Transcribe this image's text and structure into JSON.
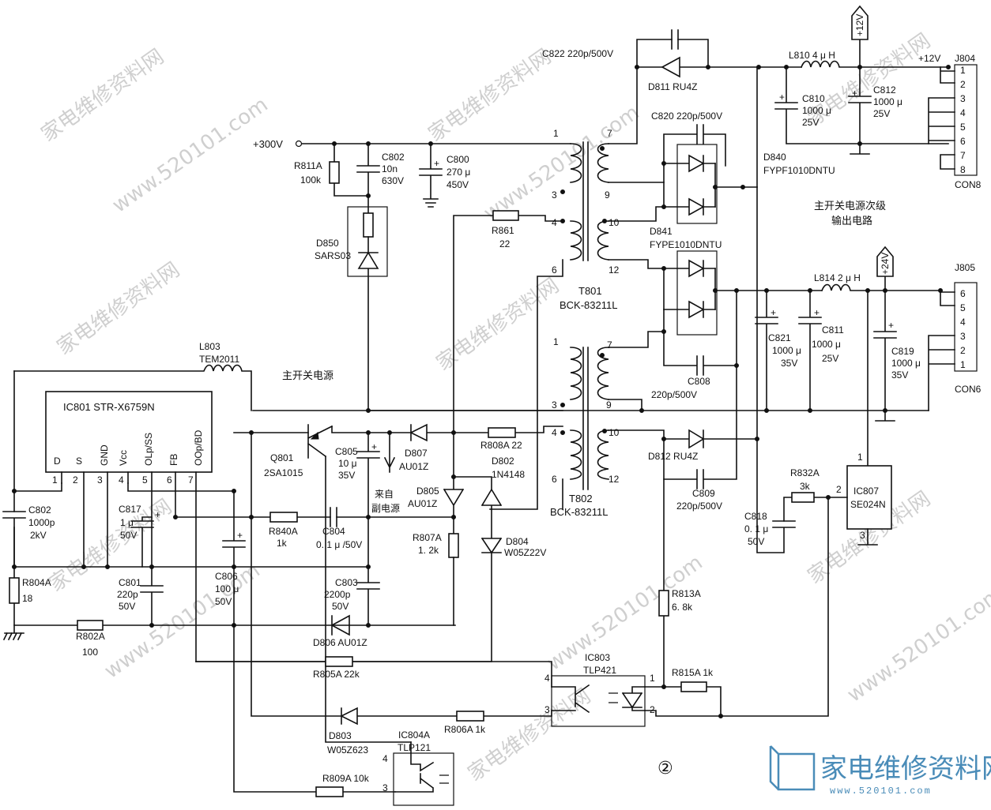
{
  "diagram": {
    "main_title": "主开关电源",
    "secondary_title_line1": "主开关电源次级",
    "secondary_title_line2": "输出电路",
    "figure_number": "②",
    "source_label_line1": "来自",
    "source_label_line2": "副电源",
    "input_voltage": "+300V"
  },
  "ic801": {
    "label": "IC801  STR-X6759N",
    "pin_names": [
      "D",
      "S",
      "GND",
      "Vcc",
      "OLp/SS",
      "FB",
      "OOp/BD"
    ],
    "pin_numbers": [
      "1",
      "2",
      "3",
      "4",
      "5",
      "6",
      "7"
    ]
  },
  "components": {
    "r811a": [
      "R811A",
      "100k"
    ],
    "c802_top": [
      "C802",
      "10n",
      "630V"
    ],
    "c800": [
      "C800",
      "270 μ",
      "450V"
    ],
    "d850": [
      "D850",
      "SARS03"
    ],
    "r861": [
      "R861",
      "22"
    ],
    "c822": "C822  220p/500V",
    "d811": "D811  RU4Z",
    "l810": "L810    4 μ H",
    "c810": [
      "C810",
      "1000 μ",
      "25V"
    ],
    "c812": [
      "C812",
      "1000 μ",
      "25V"
    ],
    "c820": "C820  220p/500V",
    "d840": [
      "D840",
      "FYPF1010DNTU"
    ],
    "d841": [
      "D841",
      "FYPE1010DNTU"
    ],
    "t801": [
      "T801",
      "BCK-83211L"
    ],
    "l814": "L814  2 μ H",
    "c821": [
      "C821",
      "1000 μ",
      "35V"
    ],
    "c811": [
      "C811",
      "1000 μ",
      "25V"
    ],
    "c819": [
      "C819",
      "1000 μ",
      "35V"
    ],
    "c808": [
      "C808",
      "220p/500V"
    ],
    "l803": [
      "L803",
      "TEM2011"
    ],
    "q801": [
      "Q801",
      "2SA1015"
    ],
    "c805": [
      "C805",
      "10 μ",
      "35V"
    ],
    "d807": [
      "D807",
      "AU01Z"
    ],
    "r808a": "R808A  22",
    "d802": [
      "D802",
      "1N4148"
    ],
    "d805": [
      "D805",
      "AU01Z"
    ],
    "t802": [
      "T802",
      "BCK-83211L"
    ],
    "d812": "D812  RU4Z",
    "c809": [
      "C809",
      "220p/500V"
    ],
    "r832a": [
      "R832A",
      "3k"
    ],
    "ic807": [
      "IC807",
      "SE024N"
    ],
    "c818": [
      "C818",
      "0. 1 μ",
      "50V"
    ],
    "c802_left": [
      "C802",
      "1000p",
      "2kV"
    ],
    "c817": [
      "C817",
      "1 μ",
      "50V"
    ],
    "r840a": [
      "R840A",
      "1k"
    ],
    "c804": [
      "C804",
      "0. 1 μ /50V"
    ],
    "r807a": [
      "R807A",
      "1. 2k"
    ],
    "d804": [
      "D804",
      "W05Z22V"
    ],
    "r804a": [
      "R804A",
      "18"
    ],
    "c801": [
      "C801",
      "220p",
      "50V"
    ],
    "c806": [
      "C806",
      "100 μ",
      "50V"
    ],
    "c803": [
      "C803",
      "2200p",
      "50V"
    ],
    "r813a": [
      "R813A",
      "6. 8k"
    ],
    "r802a": [
      "R802A",
      "100"
    ],
    "d806": "D806  AU01Z",
    "r805a": "R805A  22k",
    "ic803": [
      "IC803",
      "TLP421"
    ],
    "r815a": "R815A  1k",
    "d803": [
      "D803",
      "W05Z623"
    ],
    "r806a": "R806A  1k",
    "ic804a": [
      "IC804A",
      "TLP121"
    ],
    "r809a": "R809A  10k"
  },
  "connectors": {
    "j804": {
      "label": "J804",
      "footer": "CON8",
      "pins": [
        "1",
        "2",
        "3",
        "4",
        "5",
        "6",
        "7",
        "8"
      ],
      "rail": "+12V"
    },
    "j805": {
      "label": "J805",
      "footer": "CON6",
      "pins": [
        "6",
        "5",
        "4",
        "3",
        "2",
        "1"
      ]
    },
    "flag_12v": "+12V",
    "flag_24v": "+24V"
  },
  "transformer_pins": {
    "t801_primary": [
      "1",
      "3",
      "4",
      "6"
    ],
    "t801_secondary": [
      "7",
      "9",
      "10",
      "12"
    ],
    "t802_primary": [
      "1",
      "3",
      "4",
      "6"
    ],
    "t802_secondary": [
      "7",
      "9",
      "10",
      "12"
    ]
  },
  "optocoupler_pins": {
    "ic803": [
      "4",
      "3",
      "1",
      "2"
    ],
    "ic804a": [
      "4",
      "3"
    ],
    "ic807": [
      "1",
      "2",
      "3"
    ]
  },
  "watermarks": [
    "家电维修资料网",
    "www.520101.com"
  ],
  "logo": {
    "text": "家电维修资料网",
    "sub": "www.520101.com"
  }
}
